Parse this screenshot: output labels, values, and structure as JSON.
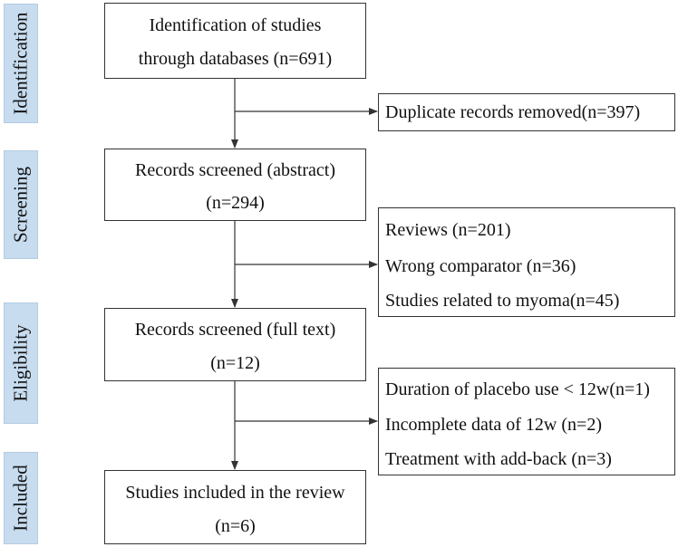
{
  "phases": {
    "identification": "Identification",
    "screening": "Screening",
    "eligibility": "Eligibility",
    "included": "Included"
  },
  "boxes": {
    "identification": {
      "lines": [
        "Identification of studies",
        "through databases (n=691)"
      ]
    },
    "duplicates": {
      "lines": [
        "Duplicate records removed(n=397)"
      ]
    },
    "screened_abstract": {
      "lines": [
        "Records screened (abstract)",
        "(n=294)"
      ]
    },
    "excluded_abstract": {
      "lines": [
        "Reviews (n=201)",
        "Wrong comparator (n=36)",
        "Studies related to myoma(n=45)"
      ]
    },
    "screened_fulltext": {
      "lines": [
        "Records screened (full text)",
        "(n=12)"
      ]
    },
    "excluded_fulltext": {
      "lines": [
        "Duration of placebo use < 12w(n=1)",
        "Incomplete data of 12w (n=2)",
        "Treatment with add-back (n=3)"
      ]
    },
    "included": {
      "lines": [
        "Studies included in the review",
        "(n=6)"
      ]
    }
  },
  "colors": {
    "phase_fill": "#c7dcef",
    "box_border": "#333333",
    "arrow": "#333333"
  }
}
